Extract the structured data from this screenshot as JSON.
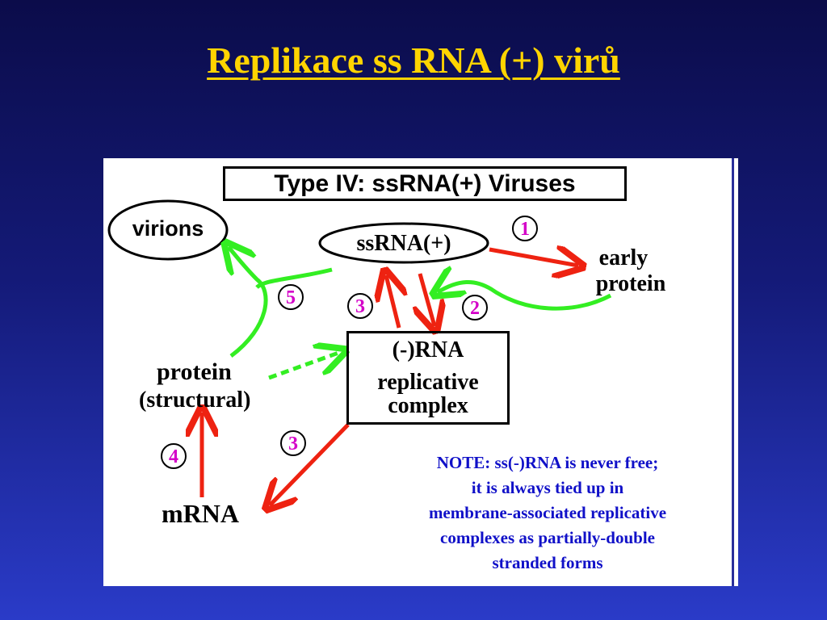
{
  "slide": {
    "title": "Replikace ss RNA (+) virů"
  },
  "figure": {
    "title": "Type IV: ssRNA(+) Viruses",
    "nodes": {
      "virions": "virions",
      "ssrna": "ssRNA(+)",
      "early_protein": [
        "early",
        "protein"
      ],
      "rna_minus": "(-)RNA",
      "replicative_complex": [
        "replicative",
        "complex"
      ],
      "protein": "protein",
      "structural": "(structural)",
      "mrna": "mRNA"
    },
    "steps": [
      "1",
      "2",
      "3",
      "3",
      "4",
      "5"
    ],
    "note": [
      "NOTE: ss(-)RNA is never free;",
      "it is always tied up in",
      "membrane-associated replicative",
      "complexes as partially-double",
      "stranded forms"
    ],
    "colors": {
      "red_arrow": "#ee2211",
      "green_arrow": "#33ee22",
      "step_number": "#d400c8",
      "note_text": "#1010c8",
      "title": "#ffd400"
    }
  }
}
